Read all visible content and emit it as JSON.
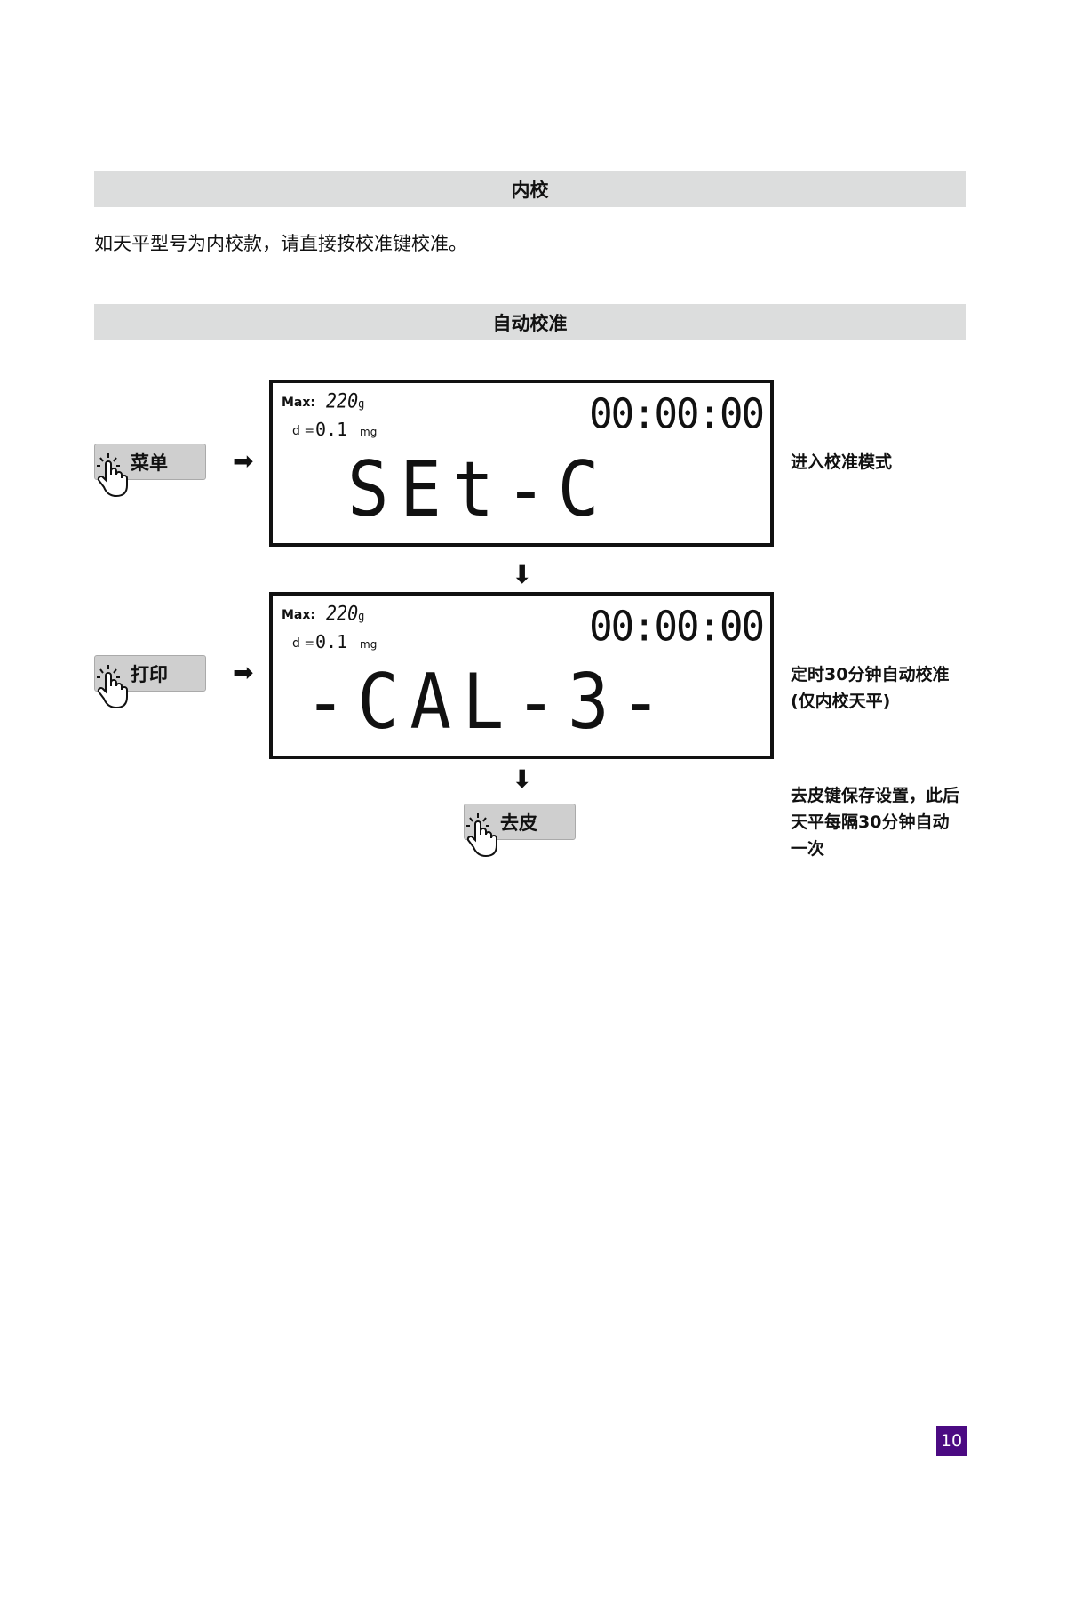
{
  "section1": {
    "title": "内校",
    "text": "如天平型号为内校款，请直接按校准键校准。"
  },
  "section2": {
    "title": "自动校准"
  },
  "lcd": {
    "max_label": "Max:",
    "max_value": "220",
    "max_unit": "g",
    "d_label": "d =",
    "d_value": "0.1",
    "d_unit": "mg",
    "time": "00:00:00"
  },
  "steps": [
    {
      "button": "菜单",
      "display": "SEt-C",
      "note": [
        "进入校准模式"
      ]
    },
    {
      "button": "打印",
      "display": "-CAL-3-",
      "note": [
        "定时30分钟自动校准",
        "(仅内校天平)"
      ]
    },
    {
      "button": "去皮",
      "note": [
        "去皮键保存设置，此后",
        "天平每隔30分钟自动",
        "一次"
      ]
    }
  ],
  "page_number": "10",
  "colors": {
    "accent": "#4b0a82",
    "bar": "#dcdddd"
  }
}
